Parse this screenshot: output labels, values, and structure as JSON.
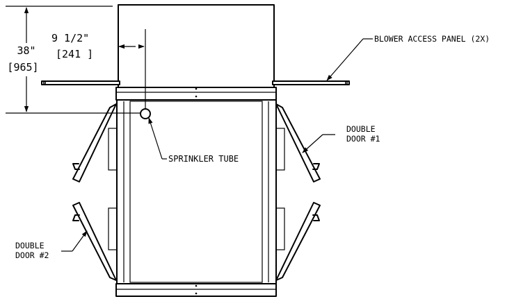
{
  "dimensions": {
    "height_in": "38\"",
    "height_mm": "[965]",
    "offset_in": "9 1/2\"",
    "offset_mm": "[241 ]"
  },
  "callouts": {
    "blower_access_panel": "BLOWER ACCESS PANEL (2X)",
    "sprinkler_tube": "SPRINKLER TUBE",
    "double_door_1": [
      "DOUBLE",
      "DOOR #1"
    ],
    "double_door_2": [
      "DOUBLE",
      "DOOR #2"
    ]
  }
}
